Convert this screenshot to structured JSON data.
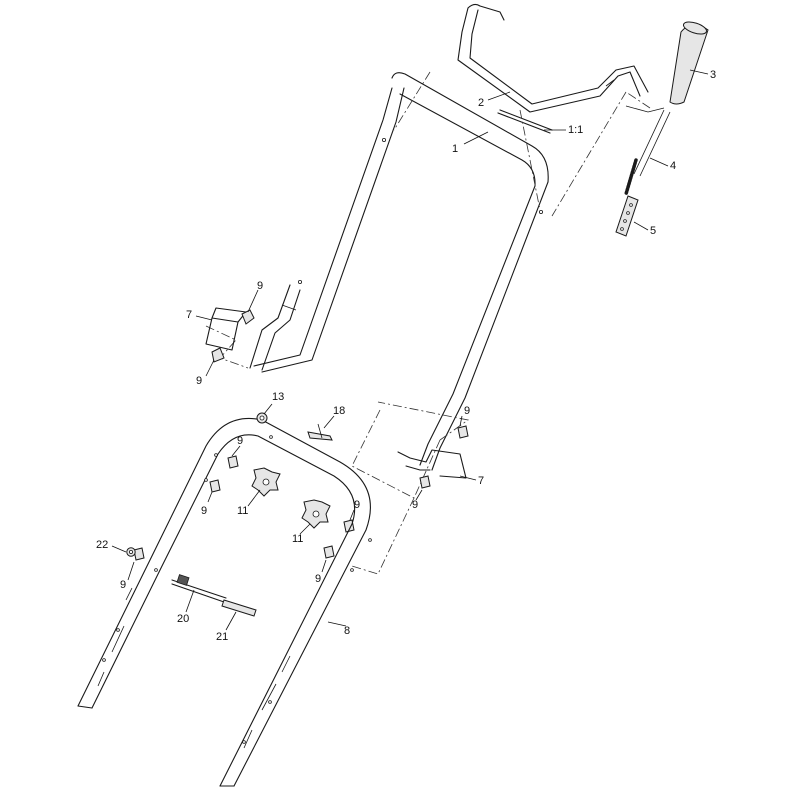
{
  "callouts": {
    "c1": "1",
    "c1_1": "1:1",
    "c2": "2",
    "c3": "3",
    "c4": "4",
    "c5": "5",
    "c7": "7",
    "c8": "8",
    "c9": "9",
    "c11": "11",
    "c13": "13",
    "c18": "18",
    "c20": "20",
    "c21": "21",
    "c22": "22"
  }
}
